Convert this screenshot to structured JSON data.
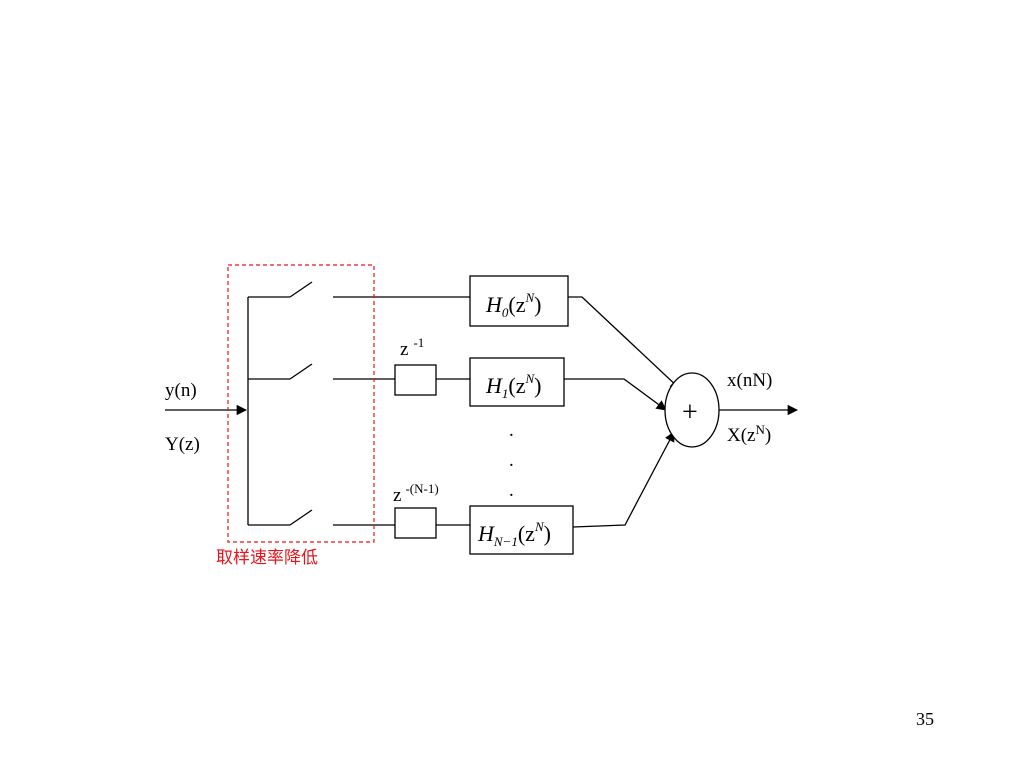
{
  "diagram": {
    "input": {
      "time_label": "y(n)",
      "z_label": "Y(z)"
    },
    "output": {
      "time_label": "x(nN)",
      "z_base": "X(z",
      "z_sup": "N",
      "z_close": ")"
    },
    "delays": [
      {
        "base": "z",
        "sup": "-1"
      },
      {
        "base": "z",
        "sup": "-(N-1)"
      }
    ],
    "filters": [
      {
        "name": "H",
        "sub": "0",
        "open": "(z",
        "sup": "N",
        "close": ")"
      },
      {
        "name": "H",
        "sub": "1",
        "open": "(z",
        "sup": "N",
        "close": ")"
      },
      {
        "name": "H",
        "sub": "N−1",
        "open": "(z",
        "sup": "N",
        "close": ")"
      }
    ],
    "ellipsis": ".",
    "adder_symbol": "+",
    "selection_caption": "取样速率降低",
    "selection_color": "#e8141b"
  },
  "page_number": "35"
}
